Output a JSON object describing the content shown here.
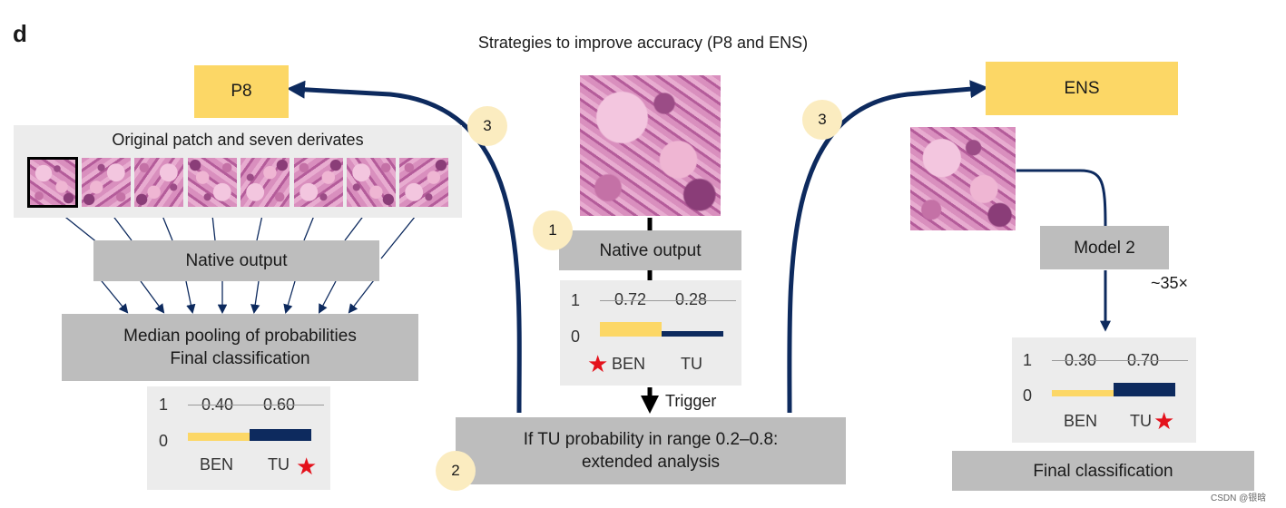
{
  "panel_letter": "d",
  "title": "Strategies to improve accuracy (P8 and ENS)",
  "p8": {
    "label": "P8",
    "patch_header": "Original patch and seven derivates",
    "native_output": "Native output",
    "pooling_line1": "Median pooling of probabilities",
    "pooling_line2": "Final classification",
    "chart": {
      "y_top": "1",
      "y_bottom": "0",
      "val_ben": "0.40",
      "val_tu": "0.60",
      "label_ben": "BEN",
      "label_tu": "TU"
    }
  },
  "center": {
    "step1": "1",
    "native_output": "Native output",
    "chart": {
      "y_top": "1",
      "y_bottom": "0",
      "val_ben": "0.72",
      "val_tu": "0.28",
      "label_ben": "BEN",
      "label_tu": "TU"
    },
    "trigger": "Trigger",
    "step2": "2",
    "extended_line1": "If TU probability in range 0.2–0.8:",
    "extended_line2": "extended analysis",
    "step3": "3"
  },
  "ens": {
    "label": "ENS",
    "step3": "3",
    "model": "Model 2",
    "multiplier": "~35×",
    "final": "Final classification",
    "chart": {
      "y_top": "1",
      "y_bottom": "0",
      "val_ben": "0.30",
      "val_tu": "0.70",
      "label_ben": "BEN",
      "label_tu": "TU"
    }
  },
  "chart_data": [
    {
      "type": "bar",
      "categories": [
        "BEN",
        "TU"
      ],
      "values": [
        0.4,
        0.6
      ],
      "ylim": [
        0,
        1
      ]
    },
    {
      "type": "bar",
      "categories": [
        "BEN",
        "TU"
      ],
      "values": [
        0.72,
        0.28
      ],
      "ylim": [
        0,
        1
      ]
    },
    {
      "type": "bar",
      "categories": [
        "BEN",
        "TU"
      ],
      "values": [
        0.3,
        0.7
      ],
      "ylim": [
        0,
        1
      ]
    }
  ],
  "colors": {
    "ben": "#fcd766",
    "tu": "#0d2a5e",
    "arrow": "#0d2a5e",
    "star": "#e4121c",
    "box_gray": "#bdbdbd",
    "box_light": "#ececec",
    "label_yellow": "#fcd766"
  },
  "watermark": "CSDN @银晗"
}
